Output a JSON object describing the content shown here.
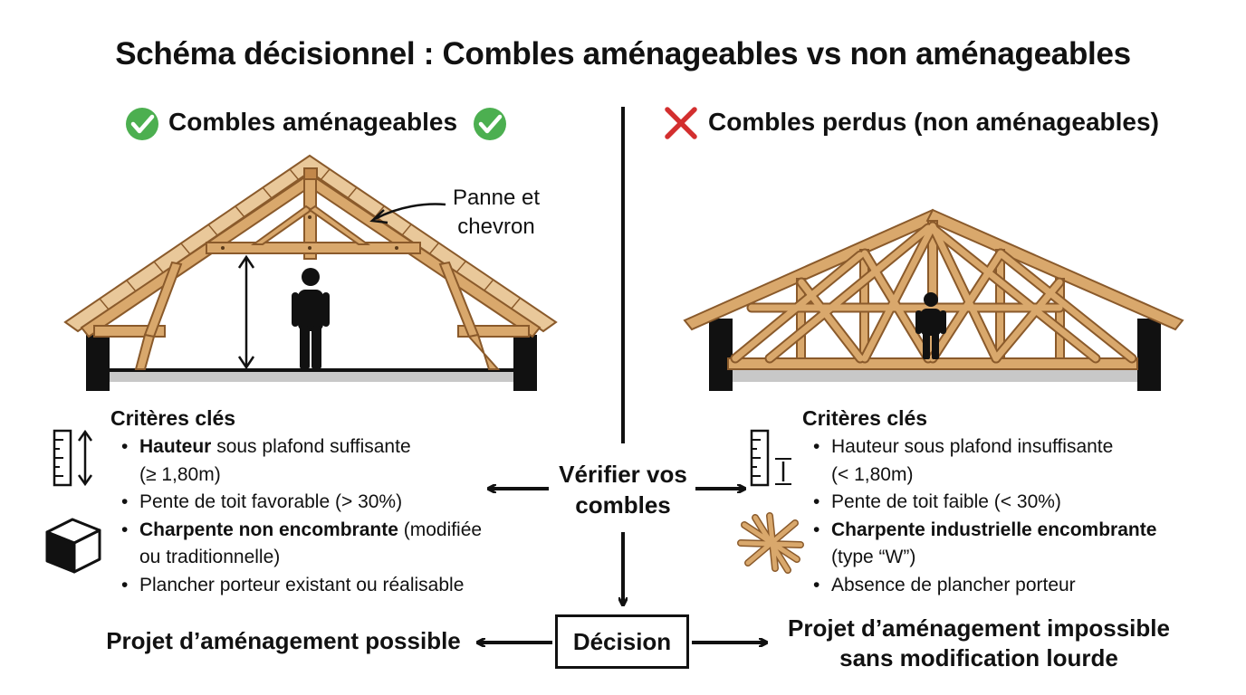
{
  "title": "Schéma décisionnel : Combles aménageables vs non aménageables",
  "left": {
    "heading": "Combles aménageables",
    "annotation": [
      "Panne et",
      "chevron"
    ],
    "criteria_title": "Critères clés",
    "criteria": [
      {
        "bold": "Hauteur",
        "text": " sous plafond suffisante",
        "cont": "(≥ 1,80m)"
      },
      {
        "bold": "",
        "text": "Pente de toit favorable (> 30%)",
        "cont": ""
      },
      {
        "bold": "Charpente non encombrante",
        "text": " (modifiée",
        "cont": "ou traditionnelle)"
      },
      {
        "bold": "",
        "text": "Plancher porteur existant ou réalisable",
        "cont": ""
      }
    ],
    "outcome": "Projet d’aménagement possible"
  },
  "right": {
    "heading": "Combles perdus (non aménageables)",
    "criteria_title": "Critères clés",
    "criteria": [
      {
        "bold": "",
        "text": "Hauteur sous plafond insuffisante",
        "cont": "(< 1,80m)"
      },
      {
        "bold": "",
        "text": "Pente de toit faible (< 30%)",
        "cont": ""
      },
      {
        "bold": "Charpente industrielle encombrante",
        "text": "",
        "cont": "(type “W”)"
      },
      {
        "bold": "",
        "text": "Absence de plancher porteur",
        "cont": ""
      }
    ],
    "outcome": [
      "Projet d’aménagement impossible",
      "sans modification lourde"
    ]
  },
  "center": {
    "question": [
      "Vérifier vos",
      "combles"
    ],
    "decision": "Décision"
  },
  "colors": {
    "wood": "#d9a86c",
    "wood_outline": "#8a5a2b",
    "check_green": "#4caf50",
    "cross_red": "#d32f2f",
    "wall": "#111111",
    "floor": "#c8c8c8"
  }
}
